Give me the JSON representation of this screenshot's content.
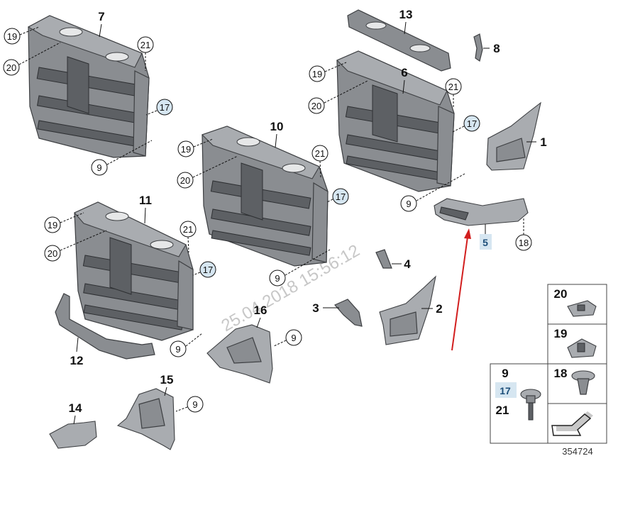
{
  "diagram_number": "354724",
  "watermark": "25.04.2018 15:56:12",
  "assemblies": {
    "a7": {
      "label": "7",
      "c19": "19",
      "c20": "20",
      "c21": "21",
      "c17": "17",
      "c9": "9"
    },
    "a10": {
      "label": "10",
      "c19": "19",
      "c20": "20",
      "c21": "21",
      "c17": "17",
      "c9": "9"
    },
    "a11": {
      "label": "11",
      "c19": "19",
      "c20": "20",
      "c21": "21",
      "c17": "17",
      "c9": "9"
    },
    "a6": {
      "label": "6",
      "c19": "19",
      "c20": "20",
      "c21": "21",
      "c17": "17",
      "c9": "9"
    }
  },
  "parts": {
    "p13": "13",
    "p8": "8",
    "p1": "1",
    "p5": "5",
    "p18": "18",
    "p4": "4",
    "p3": "3",
    "p2": "2",
    "p16": "16",
    "p16_c9": "9",
    "p12": "12",
    "p15": "15",
    "p15_c9": "9",
    "p14": "14"
  },
  "legend": {
    "cell_20": "20",
    "cell_19": "19",
    "cell_9": "9",
    "cell_17": "17",
    "cell_21": "21",
    "cell_18": "18"
  },
  "colors": {
    "highlight_fill": "#d6e6f1",
    "highlight_text": "#1d4f7a",
    "arrow": "#d21e1e",
    "part_fill": "#8a8d91"
  }
}
